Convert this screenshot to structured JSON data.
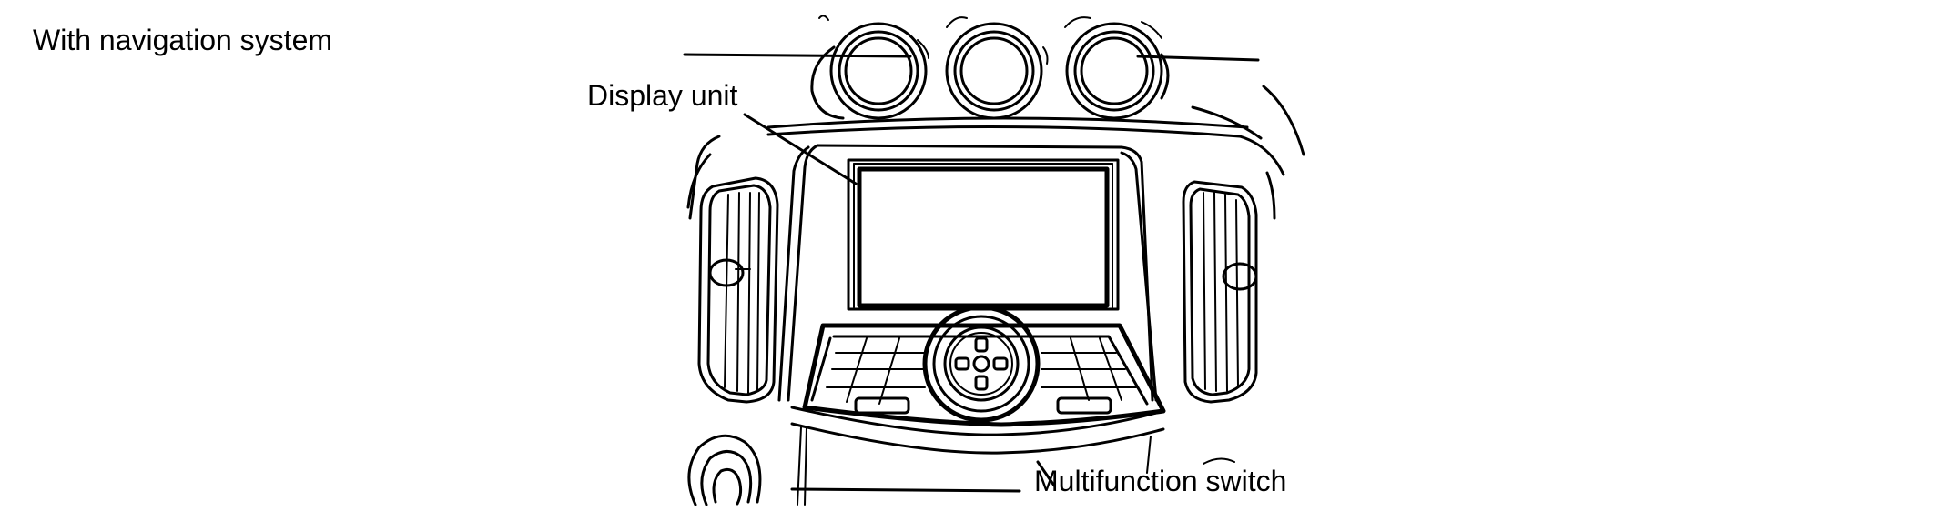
{
  "header": {
    "caption": "With navigation system"
  },
  "callouts": {
    "display_unit": "Display unit",
    "multifunction_switch": "Multifunction switch"
  }
}
